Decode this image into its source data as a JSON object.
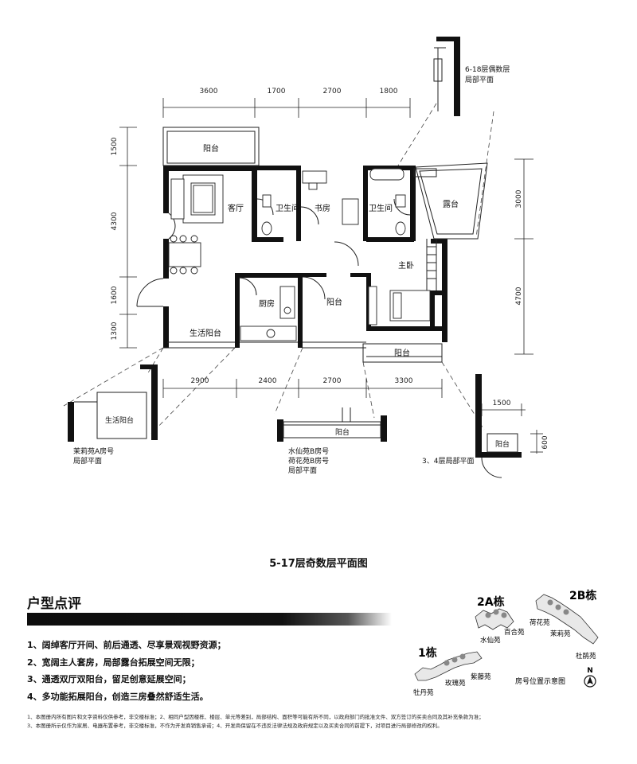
{
  "floor_plan": {
    "top_dims": [
      "3600",
      "1700",
      "2700",
      "1800"
    ],
    "bottom_dims": [
      "2900",
      "2400",
      "2700",
      "3300"
    ],
    "left_dims": [
      "1500",
      "4300",
      "1600",
      "1300"
    ],
    "right_dims": [
      "3000",
      "4700"
    ],
    "rooms": {
      "balcony_top": "阳台",
      "living": "客厅",
      "bath1": "卫生间",
      "study": "书房",
      "bath2": "卫生间",
      "terrace": "露台",
      "master": "主卧",
      "kitchen": "厨房",
      "balcony_mid": "阳台",
      "service_balcony": "生活阳台",
      "balcony_bottom": "阳台"
    },
    "insets": {
      "top_right": {
        "line1": "6-18层偶数层",
        "line2": "局部平面"
      },
      "left": {
        "room": "生活阳台",
        "line1": "茉莉苑A房号",
        "line2": "局部平面"
      },
      "middle": {
        "room": "阳台",
        "line1": "水仙苑B房号",
        "line2": "荷花苑B房号",
        "line3": "局部平面"
      },
      "right": {
        "room": "阳台",
        "dim1": "1500",
        "dim2": "600",
        "line1": "3、4层局部平面"
      }
    }
  },
  "plan_title": "5-17层奇数层平面图",
  "review": {
    "heading": "户型点评",
    "points": [
      "1、阔绰客厅开间、前后通透、尽享景观视野资源；",
      "2、宽阔主人套房，局部露台拓展空间无限；",
      "3、通透双厅双阳台，留足创意延展空间；",
      "4、多功能拓展阳台，创造三房叠然舒适生活。"
    ]
  },
  "site_map": {
    "buildings": [
      "2A栋",
      "2B栋",
      "1栋"
    ],
    "courts": [
      "水仙苑",
      "百合苑",
      "荷花苑",
      "茉莉苑",
      "杜鹃苑",
      "玫瑰苑",
      "紫藤苑",
      "牡丹苑"
    ],
    "north": "N",
    "caption": "房号位置示意图"
  },
  "footnotes": [
    "1、本图册内所有图片和文字资料仅供参考，非交楼标准；2、相同户型因楼栋、楼层、单元等差别，局部结构、面积等可能有所不同，以政府部门的批准文件、双方签订的买卖合同及其补充条款为准；",
    "3、本图册所示仅作为家居、电器布置参考，非交楼标准，不作为开发商销售承诺；4、开发商保留在不违反法律法规及政府规定以及买卖合同的前提下，对项目进行局部修改的权利。"
  ]
}
